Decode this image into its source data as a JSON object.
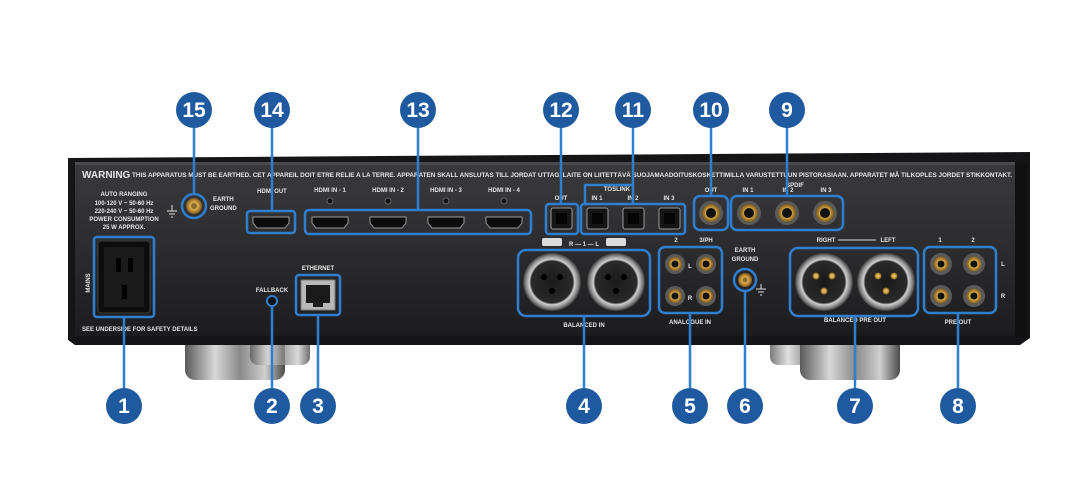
{
  "panel": {
    "warning_title": "WARNING",
    "warning_text": "THIS APPARATUS MUST BE EARTHED. CET APPAREIL DOIT ETRE RELIE A LA TERRE. APPARATEN SKALL ANSLUTAS TILL JORDAT UTTAG. LAITE ON LIITETTÄVÄ SUOJAMAADOITUSKOSKETTIMILLA VARUSTETTUUN PISTORASIAAN. APPARATET MÅ TILKOPLES JORDET STIKKONTAKT.",
    "power_lines": [
      "AUTO RANGING",
      "100-120 V ~ 50-60 Hz",
      "220-240 V ~ 50-60 Hz",
      "POWER CONSUMPTION",
      "25 W APPROX."
    ],
    "mains": "MAINS",
    "safety": "SEE UNDERSIDE FOR SAFETY DETAILS",
    "earth_ground": [
      "EARTH",
      "GROUND"
    ],
    "hdmi_out": "HDMI OUT",
    "hdmi_in": [
      "HDMI IN - 1",
      "HDMI IN - 2",
      "HDMI IN - 3",
      "HDMI IN - 4"
    ],
    "ethernet": "ETHERNET",
    "fallback": "FALLBACK",
    "toslink": "TOSLINK",
    "toslink_ports": [
      "OUT",
      "IN 1",
      "IN 2",
      "IN 3"
    ],
    "spdif": "SPDIF",
    "spdif_ports": [
      "OUT",
      "IN 1",
      "IN 2",
      "IN 3"
    ],
    "balanced_in": "BALANCED IN",
    "balanced_in_rl": "R — 1 — L",
    "analogue_in": "ANALOGUE IN",
    "analogue_in_top": [
      "2",
      "3/PH"
    ],
    "lr": [
      "L",
      "R"
    ],
    "earth_ground_2": [
      "EARTH",
      "GROUND"
    ],
    "balanced_pre_out": "BALANCED PRE OUT",
    "right_left": [
      "RIGHT",
      "LEFT"
    ],
    "pre_out": "PRE OUT",
    "pre_out_top": [
      "1",
      "2"
    ]
  },
  "callouts": [
    {
      "n": "1"
    },
    {
      "n": "2"
    },
    {
      "n": "3"
    },
    {
      "n": "4"
    },
    {
      "n": "5"
    },
    {
      "n": "6"
    },
    {
      "n": "7"
    },
    {
      "n": "8"
    },
    {
      "n": "9"
    },
    {
      "n": "10"
    },
    {
      "n": "11"
    },
    {
      "n": "12"
    },
    {
      "n": "13"
    },
    {
      "n": "14"
    },
    {
      "n": "15"
    }
  ],
  "colors": {
    "callout": "#1f5aa0",
    "outline": "#2f7fd0",
    "panel": "#2a2a2c",
    "panel_edge": "#141415"
  }
}
